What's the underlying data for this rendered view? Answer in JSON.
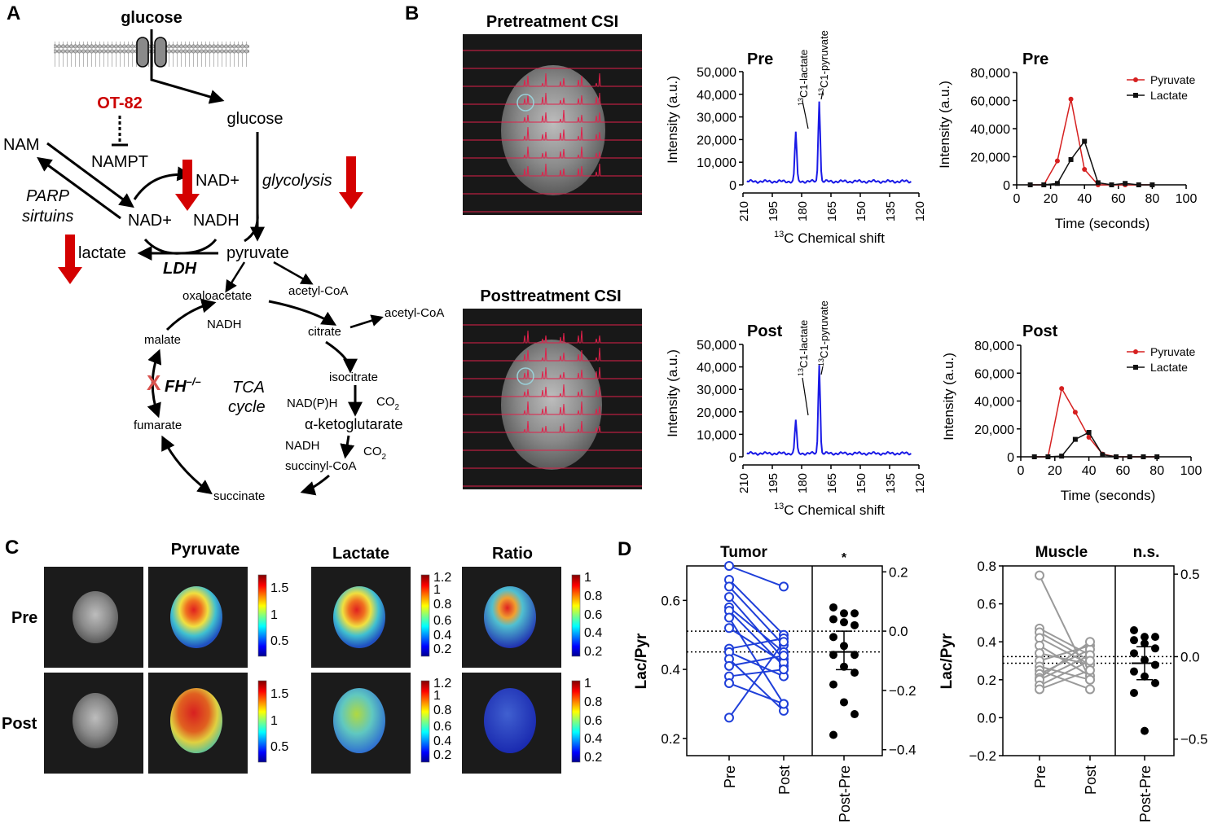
{
  "panels": {
    "A": "A",
    "B": "B",
    "C": "C",
    "D": "D"
  },
  "pathway": {
    "glucose_top": "glucose",
    "glucose": "glucose",
    "inhibitor": "OT-82",
    "nampt": "NAMPT",
    "nam": "NAM",
    "nad_left": "NAD+",
    "nad_center": "NAD+",
    "nadh": "NADH",
    "parp1": "PARP",
    "parp2": "sirtuins",
    "glycolysis": "glycolysis",
    "pyruvate": "pyruvate",
    "lactate": "lactate",
    "ldh": "LDH",
    "oxaloacetate": "oxaloacetate",
    "acetyl_coa1": "acetyl-CoA",
    "acetyl_coa2": "acetyl-CoA",
    "citrate": "citrate",
    "nadh_oaa": "NADH",
    "malate": "malate",
    "fh": "FH",
    "fh_sup": "–/–",
    "tca1": "TCA",
    "tca2": "cycle",
    "isocitrate": "isocitrate",
    "nadph": "NAD(P)H",
    "co2_a": "CO",
    "akg": "α-ketoglutarate",
    "nadh_akg": "NADH",
    "co2_b": "CO",
    "fumarate": "fumarate",
    "succinyl_coa": "succinyl-CoA",
    "succinate": "succinate",
    "colors": {
      "inhibitor": "#cc0000",
      "arrow_down": "#d40000",
      "knockout": "#d9534f"
    }
  },
  "csi": {
    "pre_title": "Pretreatment CSI",
    "post_title": "Posttreatment CSI"
  },
  "spectra": {
    "pre_label": "Pre",
    "post_label": "Post",
    "y_title": "Intensity (a.u.)",
    "x_title_sup": "13",
    "x_title": "C Chemical shift",
    "peak_lac": "C1-lactate",
    "peak_pyr": "C1-pyruvate",
    "peak_sup": "13",
    "yticks": [
      "0",
      "10,000",
      "20,000",
      "30,000",
      "40,000",
      "50,000"
    ],
    "xticks": [
      "210",
      "195",
      "180",
      "165",
      "150",
      "135",
      "120"
    ]
  },
  "kinetics": {
    "pre_label": "Pre",
    "post_label": "Post",
    "y_title": "Intensity (a.u.)",
    "x_title": "Time (seconds)",
    "legend": [
      "Pyruvate",
      "Lactate"
    ],
    "yticks": [
      "0",
      "20,000",
      "40,000",
      "60,000",
      "80,000"
    ],
    "xticks": [
      "0",
      "20",
      "40",
      "60",
      "80",
      "100"
    ]
  },
  "maps": {
    "pyruvate": "Pyruvate",
    "lactate": "Lactate",
    "ratio": "Ratio",
    "pre": "Pre",
    "post": "Post",
    "cb_pyr": [
      "1.5",
      "1",
      "0.5"
    ],
    "cb_lac": [
      "1.2",
      "1",
      "0.8",
      "0.6",
      "0.4",
      "0.2"
    ],
    "cb_ratio": [
      "1",
      "0.8",
      "0.6",
      "0.4",
      "0.2"
    ]
  },
  "paired": {
    "y_title": "Lac/Pyr",
    "tumor": {
      "title": "Tumor",
      "sig": "*",
      "left_ticks": [
        "0.2",
        "0.4",
        "0.6"
      ],
      "right_ticks": [
        "0.2",
        "0.0",
        "−0.2",
        "−0.4"
      ],
      "xcats": [
        "Pre",
        "Post",
        "Post-Pre"
      ]
    },
    "muscle": {
      "title": "Muscle",
      "sig": "n.s.",
      "left_ticks": [
        "−0.2",
        "0.0",
        "0.2",
        "0.4",
        "0.6",
        "0.8"
      ],
      "right_ticks": [
        "0.5",
        "0.0",
        "−0.5"
      ],
      "xcats": [
        "Pre",
        "Post",
        "Post-Pre"
      ]
    }
  },
  "chart_data": [
    {
      "type": "line",
      "title": "Pre",
      "xlabel": "13C Chemical shift",
      "ylabel": "Intensity (a.u.)",
      "xlim": [
        210,
        120
      ],
      "ylim": [
        0,
        50000
      ],
      "peaks": [
        {
          "name": "13C1-lactate",
          "x": 183,
          "y": 22000
        },
        {
          "name": "13C1-pyruvate",
          "x": 171,
          "y": 36000
        }
      ]
    },
    {
      "type": "line",
      "title": "Post",
      "xlabel": "13C Chemical shift",
      "ylabel": "Intensity (a.u.)",
      "xlim": [
        210,
        120
      ],
      "ylim": [
        0,
        50000
      ],
      "peaks": [
        {
          "name": "13C1-lactate",
          "x": 183,
          "y": 15000
        },
        {
          "name": "13C1-pyruvate",
          "x": 171,
          "y": 40000
        }
      ]
    },
    {
      "type": "line",
      "title": "Pre",
      "xlabel": "Time (seconds)",
      "ylabel": "Intensity (a.u.)",
      "xlim": [
        0,
        100
      ],
      "ylim": [
        0,
        80000
      ],
      "series": [
        {
          "name": "Pyruvate",
          "color": "#d62020",
          "x": [
            8,
            16,
            24,
            32,
            40,
            48,
            56,
            64,
            72,
            80
          ],
          "values": [
            0,
            0,
            17000,
            61000,
            11000,
            0,
            0,
            0,
            0,
            0
          ]
        },
        {
          "name": "Lactate",
          "color": "#111111",
          "x": [
            8,
            16,
            24,
            32,
            40,
            48,
            56,
            64,
            72,
            80
          ],
          "values": [
            0,
            0,
            1000,
            18000,
            31000,
            1500,
            0,
            1000,
            0,
            0
          ]
        }
      ]
    },
    {
      "type": "line",
      "title": "Post",
      "xlabel": "Time (seconds)",
      "ylabel": "Intensity (a.u.)",
      "xlim": [
        0,
        100
      ],
      "ylim": [
        0,
        80000
      ],
      "series": [
        {
          "name": "Pyruvate",
          "color": "#d62020",
          "x": [
            8,
            16,
            24,
            32,
            40,
            48,
            56,
            64,
            72,
            80
          ],
          "values": [
            0,
            0,
            49000,
            32000,
            14000,
            2000,
            0,
            0,
            0,
            0
          ]
        },
        {
          "name": "Lactate",
          "color": "#111111",
          "x": [
            8,
            16,
            24,
            32,
            40,
            48,
            56,
            64,
            72,
            80
          ],
          "values": [
            0,
            0,
            500,
            12500,
            17500,
            1500,
            0,
            0,
            0,
            0
          ]
        }
      ]
    },
    {
      "type": "scatter",
      "title": "Tumor",
      "ylabel": "Lac/Pyr",
      "categories": [
        "Pre",
        "Post"
      ],
      "ylim": [
        0.15,
        0.7
      ],
      "color": "#1f3fd9",
      "pairs": [
        [
          0.7,
          0.64
        ],
        [
          0.66,
          0.5
        ],
        [
          0.64,
          0.47
        ],
        [
          0.61,
          0.43
        ],
        [
          0.58,
          0.45
        ],
        [
          0.57,
          0.41
        ],
        [
          0.55,
          0.3
        ],
        [
          0.52,
          0.42
        ],
        [
          0.46,
          0.49
        ],
        [
          0.45,
          0.38
        ],
        [
          0.43,
          0.28
        ],
        [
          0.41,
          0.44
        ],
        [
          0.38,
          0.4
        ],
        [
          0.36,
          0.3
        ],
        [
          0.26,
          0.48
        ]
      ],
      "diff_ylim": [
        -0.42,
        0.22
      ],
      "diff_values": [
        0.08,
        0.06,
        0.06,
        0.04,
        0.03,
        0.02,
        -0.02,
        -0.05,
        -0.08,
        -0.08,
        -0.12,
        -0.14,
        -0.18,
        -0.24,
        -0.28,
        -0.35
      ],
      "diff_mean": -0.07,
      "diff_ci": [
        -0.13,
        0.0
      ]
    },
    {
      "type": "scatter",
      "title": "Muscle",
      "ylabel": "Lac/Pyr",
      "categories": [
        "Pre",
        "Post"
      ],
      "ylim": [
        -0.2,
        0.8
      ],
      "color": "#9a9a9a",
      "pairs": [
        [
          0.75,
          0.2
        ],
        [
          0.47,
          0.33
        ],
        [
          0.45,
          0.3
        ],
        [
          0.42,
          0.28
        ],
        [
          0.38,
          0.22
        ],
        [
          0.34,
          0.28
        ],
        [
          0.3,
          0.38
        ],
        [
          0.27,
          0.2
        ],
        [
          0.25,
          0.15
        ],
        [
          0.23,
          0.36
        ],
        [
          0.21,
          0.4
        ],
        [
          0.2,
          0.33
        ],
        [
          0.17,
          0.3
        ],
        [
          0.15,
          0.25
        ]
      ],
      "diff_ylim": [
        -0.6,
        0.55
      ],
      "diff_values": [
        0.16,
        0.12,
        0.12,
        0.1,
        0.08,
        0.05,
        0.02,
        -0.02,
        -0.05,
        -0.09,
        -0.12,
        -0.16,
        -0.22,
        -0.45
      ],
      "diff_mean": -0.04,
      "diff_ci": [
        -0.14,
        0.06
      ]
    }
  ]
}
